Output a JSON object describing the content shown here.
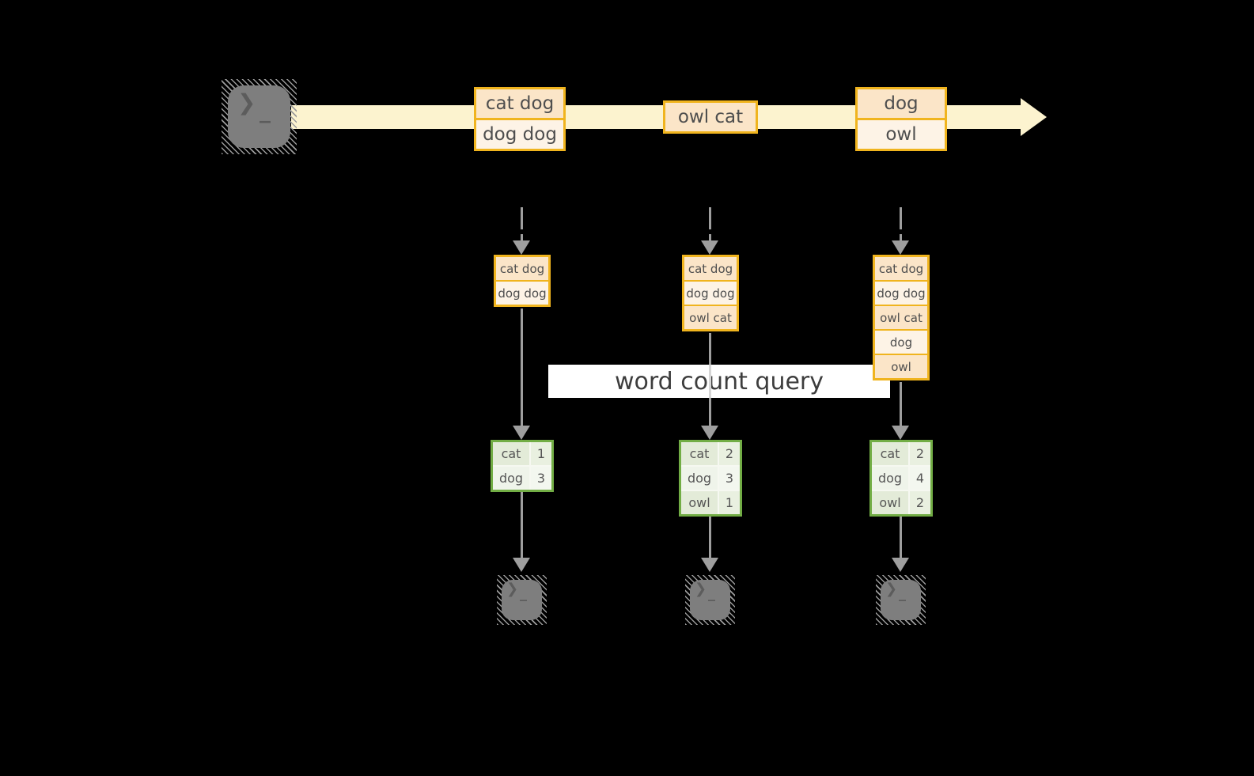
{
  "query": {
    "label": "word count query"
  },
  "stream": {
    "source_icon": "terminal-icon",
    "prompt": "❯",
    "cursor": "_",
    "batches": [
      {
        "rows": [
          "cat dog",
          "dog dog"
        ]
      },
      {
        "rows": [
          "owl cat"
        ]
      },
      {
        "rows": [
          "dog",
          "owl"
        ]
      }
    ]
  },
  "buffers": [
    {
      "rows": [
        "cat dog",
        "dog dog"
      ]
    },
    {
      "rows": [
        "cat dog",
        "dog dog",
        "owl cat"
      ]
    },
    {
      "rows": [
        "cat dog",
        "dog dog",
        "owl cat",
        "dog",
        "owl"
      ]
    }
  ],
  "counts": [
    {
      "rows": [
        {
          "word": "cat",
          "count": "1"
        },
        {
          "word": "dog",
          "count": "3"
        }
      ]
    },
    {
      "rows": [
        {
          "word": "cat",
          "count": "2"
        },
        {
          "word": "dog",
          "count": "3"
        },
        {
          "word": "owl",
          "count": "1"
        }
      ]
    },
    {
      "rows": [
        {
          "word": "cat",
          "count": "2"
        },
        {
          "word": "dog",
          "count": "4"
        },
        {
          "word": "owl",
          "count": "2"
        }
      ]
    }
  ],
  "colors": {
    "background": "#000000",
    "stream_band": "#fcf3cf",
    "record_border": "#f0b41e",
    "record_fill_odd": "#fbe5c8",
    "record_fill_even": "#fdf3e6",
    "count_border": "#72ad45",
    "count_fill_odd": "#e3ebd8",
    "count_fill_even": "#eff4ea",
    "arrow_gray": "#9e9e9e",
    "label_background": "#ffffff"
  }
}
